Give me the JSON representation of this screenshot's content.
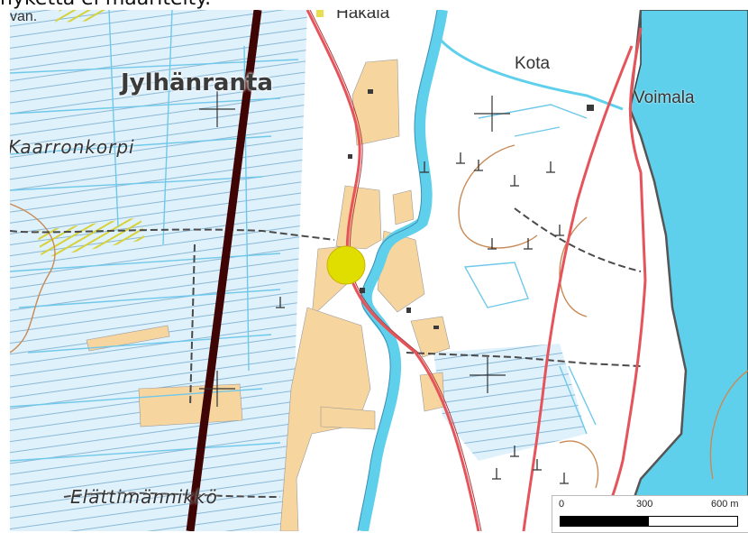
{
  "caption": "nykettä ei määritelty.",
  "labels": {
    "van": "van.",
    "hakala": "Hakala",
    "jylhanranta": "Jylhänranta",
    "kaarronkorpi": "Kaarronkorpi",
    "kota": "Kota",
    "voimala": "Voimala",
    "elattimannikko": "Elättimännikkö"
  },
  "marker": {
    "shape": "circle",
    "color": "#e0de00"
  },
  "scale_bar": {
    "ticks": [
      "0",
      "300",
      "600 m"
    ],
    "fill_fraction": 0.5
  },
  "colors": {
    "water": "#5fd0eb",
    "wetland": "#dff1fb",
    "fields": "#f7d59f",
    "road": "#e5545b",
    "powerline": "#3f0505",
    "contour": "#c98a55"
  }
}
